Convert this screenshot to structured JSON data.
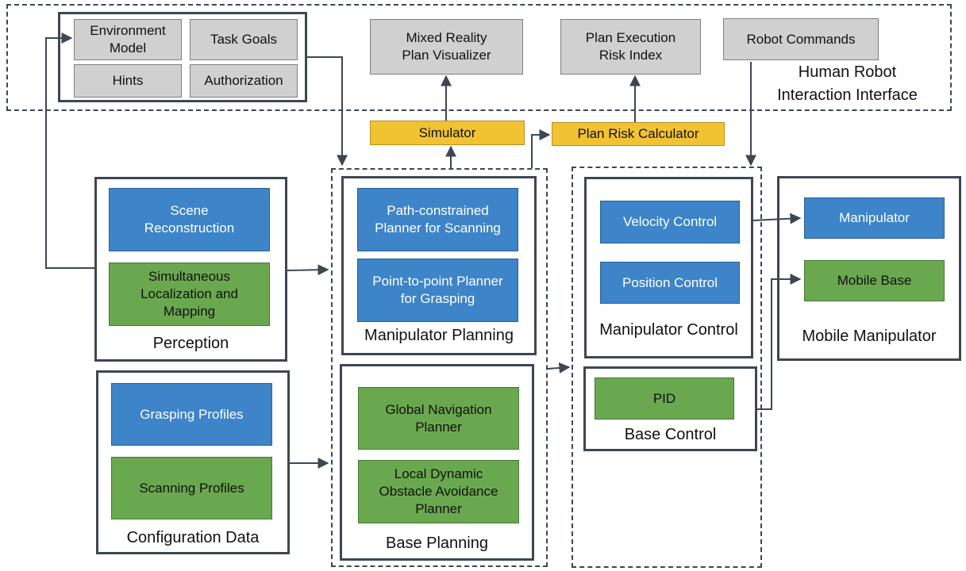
{
  "hri": {
    "title": "Human Robot\nInteraction Interface",
    "environment_model": "Environment\nModel",
    "task_goals": "Task Goals",
    "hints": "Hints",
    "authorization": "Authorization",
    "mixed_reality": "Mixed Reality\nPlan Visualizer",
    "plan_execution": "Plan Execution\nRisk Index",
    "robot_commands": "Robot Commands"
  },
  "simulator": "Simulator",
  "plan_risk_calculator": "Plan Risk Calculator",
  "perception": {
    "title": "Perception",
    "scene_reconstruction": "Scene\nReconstruction",
    "slam": "Simultaneous\nLocalization and\nMapping"
  },
  "configuration": {
    "title": "Configuration Data",
    "grasping_profiles": "Grasping Profiles",
    "scanning_profiles": "Scanning Profiles"
  },
  "manipulator_planning": {
    "title": "Manipulator Planning",
    "path_constrained": "Path-constrained\nPlanner for Scanning",
    "point_to_point": "Point-to-point Planner\nfor Grasping"
  },
  "base_planning": {
    "title": "Base Planning",
    "global_nav": "Global Navigation\nPlanner",
    "local_dynamic": "Local Dynamic\nObstacle Avoidance\nPlanner"
  },
  "manipulator_control": {
    "title": "Manipulator Control",
    "velocity": "Velocity Control",
    "position": "Position Control"
  },
  "base_control": {
    "title": "Base Control",
    "pid": "PID"
  },
  "mobile_manipulator": {
    "title": "Mobile Manipulator",
    "manipulator": "Manipulator",
    "mobile_base": "Mobile Base"
  },
  "colors": {
    "gray": "#d0d0d0",
    "blue": "#3d84c8",
    "green": "#6aa84f",
    "yellow": "#f1c232",
    "line": "#3d4754"
  }
}
